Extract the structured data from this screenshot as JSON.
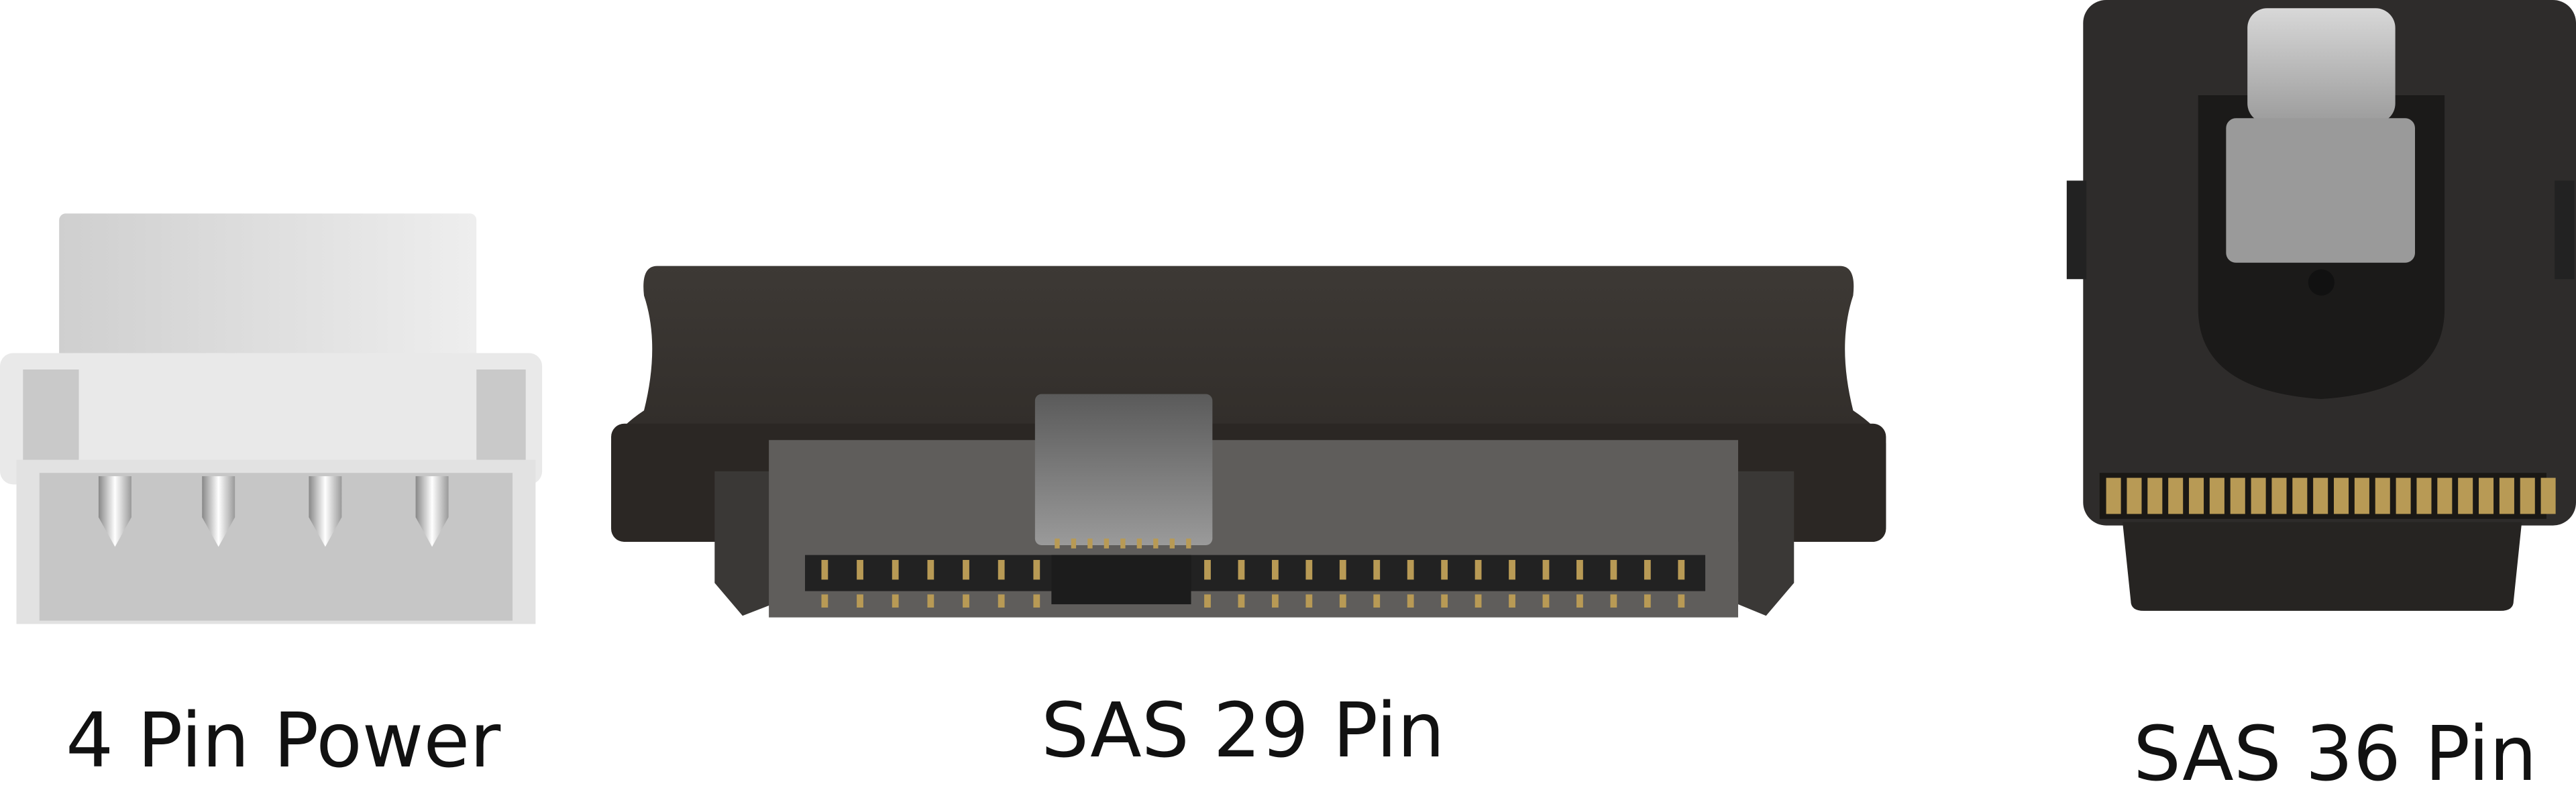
{
  "connectors": [
    {
      "label": "4 Pin Power",
      "body_color": "#e6e6e6"
    },
    {
      "label": "SAS 29 Pin",
      "body_color": "#3a3633"
    },
    {
      "label": "SAS 36 Pin",
      "body_color": "#2e2c2b"
    }
  ],
  "colors": {
    "gold_contact": "#b89a55",
    "latch_silver": "#b5b5b5"
  }
}
